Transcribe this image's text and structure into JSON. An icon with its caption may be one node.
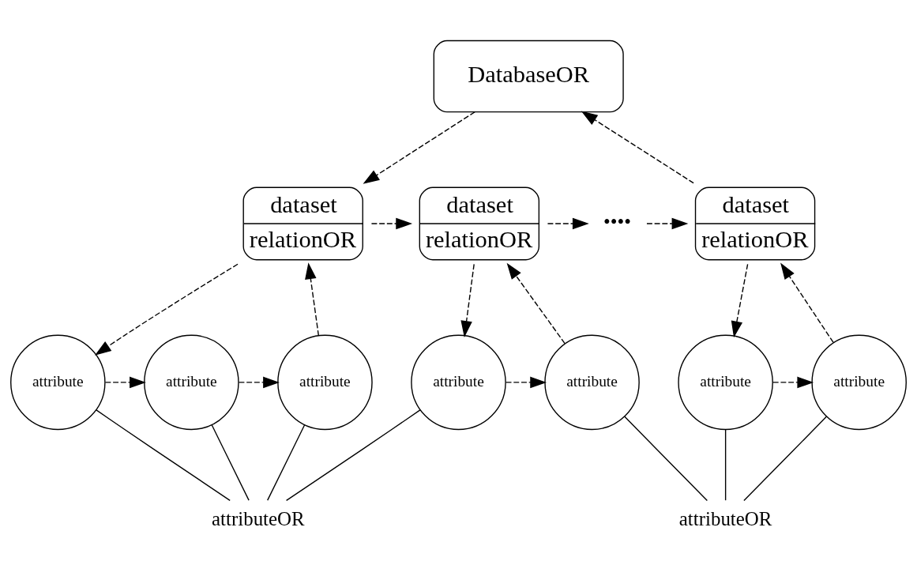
{
  "diagram": {
    "nodes": [
      {
        "text": [
          "DatabaseOR"
        ]
      },
      {
        "text": [
          "dataset",
          "relationOR"
        ]
      },
      {
        "text": [
          "dataset",
          "relationOR"
        ]
      },
      {
        "text": [
          "••••"
        ]
      },
      {
        "text": [
          "dataset",
          "relationOR"
        ]
      },
      {
        "text": [
          "attribute"
        ]
      },
      {
        "text": [
          "attribute"
        ]
      },
      {
        "text": [
          "attribute"
        ]
      },
      {
        "text": [
          "attribute"
        ]
      },
      {
        "text": [
          "attribute"
        ]
      },
      {
        "text": [
          "attribute"
        ]
      },
      {
        "text": [
          "attribute"
        ]
      },
      {
        "text": [
          "attributeOR"
        ]
      },
      {
        "text": [
          "attributeOR"
        ]
      }
    ],
    "edges": [
      {
        "from": 0,
        "to": 1,
        "arrow": "to",
        "style": "dashed"
      },
      {
        "from": 4,
        "to": 0,
        "arrow": "to",
        "style": "dashed"
      },
      {
        "from": 1,
        "to": 2,
        "arrow": "to",
        "style": "dashed"
      },
      {
        "from": 2,
        "to": 3,
        "arrow": "to",
        "style": "dashed"
      },
      {
        "from": 3,
        "to": 4,
        "arrow": "to",
        "style": "dashed"
      },
      {
        "from": 1,
        "to": 5,
        "arrow": "to",
        "style": "dashed"
      },
      {
        "from": 7,
        "to": 1,
        "arrow": "to",
        "style": "dashed"
      },
      {
        "from": 2,
        "to": 8,
        "arrow": "to",
        "style": "dashed"
      },
      {
        "from": 9,
        "to": 2,
        "arrow": "to",
        "style": "dashed"
      },
      {
        "from": 4,
        "to": 10,
        "arrow": "to",
        "style": "dashed"
      },
      {
        "from": 11,
        "to": 4,
        "arrow": "to",
        "style": "dashed"
      },
      {
        "from": 5,
        "to": 6,
        "arrow": "to",
        "style": "dashed"
      },
      {
        "from": 6,
        "to": 7,
        "arrow": "to",
        "style": "dashed"
      },
      {
        "from": 8,
        "to": 9,
        "arrow": "to",
        "style": "dashed"
      },
      {
        "from": 10,
        "to": 11,
        "arrow": "to",
        "style": "dashed"
      },
      {
        "from": 5,
        "to": 12,
        "arrow": "none"
      },
      {
        "from": 6,
        "to": 12,
        "arrow": "none"
      },
      {
        "from": 7,
        "to": 12,
        "arrow": "none"
      },
      {
        "from": 8,
        "to": 12,
        "arrow": "none"
      },
      {
        "from": 9,
        "to": 13,
        "arrow": "none"
      },
      {
        "from": 10,
        "to": 13,
        "arrow": "none"
      },
      {
        "from": 11,
        "to": 13,
        "arrow": "none"
      }
    ]
  }
}
